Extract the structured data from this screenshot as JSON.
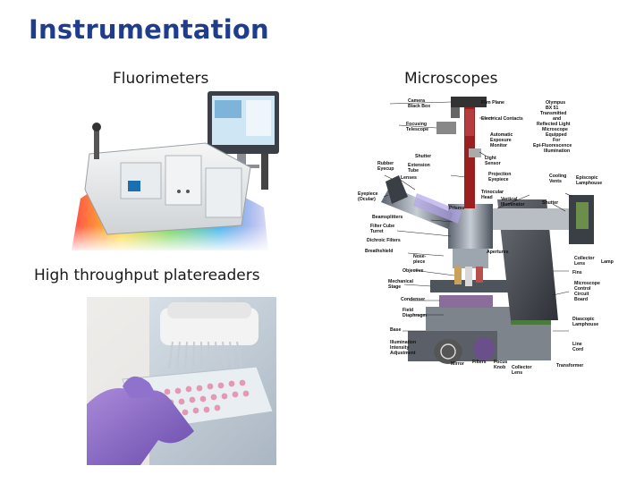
{
  "slide": {
    "title": "Instrumentation",
    "fluorimeters_label": "Fluorimeters",
    "microscopes_label": "Microscopes",
    "platereaders_label": "High throughput platereaders"
  },
  "microscope_callouts": {
    "camera_black_box": [
      "Camera",
      "Black Box"
    ],
    "film_plane": "Film Plane",
    "electrical_contacts": "Electrical Contacts",
    "focusing_telescope": [
      "Focusing",
      "Telescope"
    ],
    "automatic_exposure_monitor": [
      "Automatic",
      "Exposure",
      "Monitor"
    ],
    "shutter_top": "Shutter",
    "light_sensor": [
      "Light",
      "Sensor"
    ],
    "rubber_eyecup": [
      "Rubber",
      "Eyecup"
    ],
    "extension_tube": [
      "Extension",
      "Tube"
    ],
    "projection_eyepiece": [
      "Projection",
      "Eyepiece"
    ],
    "lenses": "Lenses",
    "eyepiece_ocular": [
      "Eyepiece",
      "(Ocular)"
    ],
    "trinocular_head": [
      "Trinocular",
      "Head"
    ],
    "vertical_illuminator": [
      "Vertical",
      "Illuminator"
    ],
    "prisms": "Prisms",
    "beamsplitters": "Beamsplitters",
    "filter_cube_turret": [
      "Filter Cube",
      "Turret"
    ],
    "dichroic_filters": "Dichroic Filters",
    "apertures": "Apertures",
    "breathshield": "Breathshield",
    "nosepiece": [
      "Nose-",
      "piece"
    ],
    "objective": "Objective",
    "mechanical_stage": [
      "Mechanical",
      "Stage"
    ],
    "condenser": "Condenser",
    "field_diaphragm": [
      "Field",
      "Diaphragm"
    ],
    "base": "Base",
    "illumination_intensity_adjustment": [
      "Illumination",
      "Intensity",
      "Adjustment"
    ],
    "mirror": "Mirror",
    "filters": "Filters",
    "focus_knob": [
      "Focus",
      "Knob"
    ],
    "collector_lens_bottom": [
      "Collector",
      "Lens"
    ],
    "olympus_description": [
      "Olympus",
      "BX 51",
      "Transmitted",
      "and",
      "Reflected Light",
      "Microscope",
      "Equipped",
      "For",
      "Epi-Fluorescence",
      "Illumination"
    ],
    "cooling_vents": [
      "Cooling",
      "Vents"
    ],
    "episcopic_lamphouse": [
      "Episcopic",
      "Lamphouse"
    ],
    "shutter_right": "Shutter",
    "collector_lens_right": [
      "Collector",
      "Lens"
    ],
    "lamp": "Lamp",
    "fins": "Fins",
    "microscope_control_circuit_board": [
      "Microscope",
      "Control",
      "Circuit",
      "Board"
    ],
    "diascopic_lamphouse": [
      "Diascopic",
      "Lamphouse"
    ],
    "line_cord": [
      "Line",
      "Cord"
    ],
    "transformer": "Transformer"
  },
  "colors": {
    "title": "#1f3d8c",
    "text": "#1a1a1a"
  }
}
